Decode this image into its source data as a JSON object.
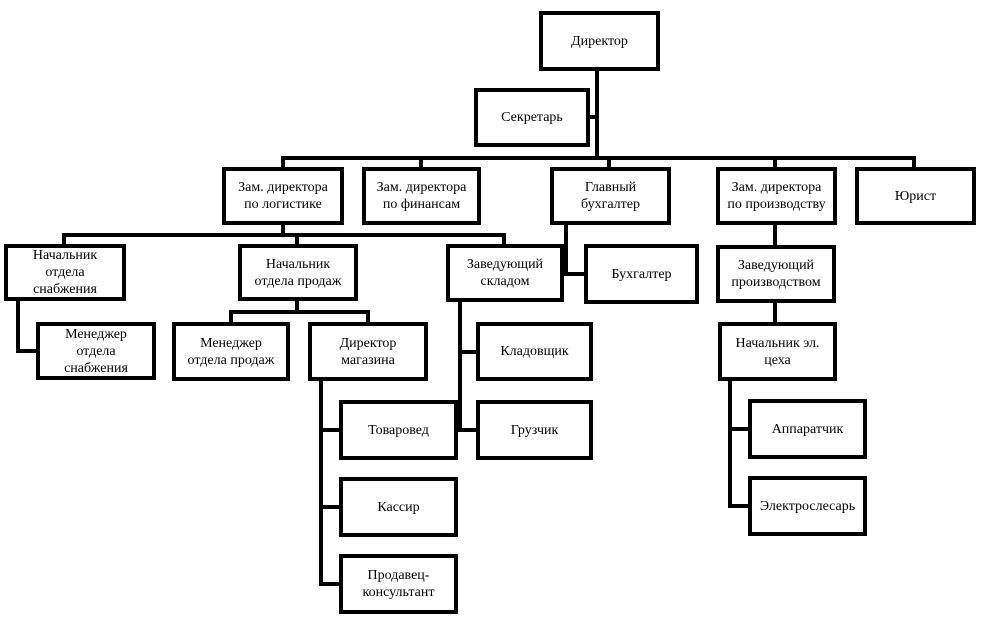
{
  "diagram": {
    "nodes": {
      "director": "Директор",
      "secretary": "Секретарь",
      "dep_logistics": "Зам. директора\nпо логистике",
      "dep_finance": "Зам. директора\nпо финансам",
      "chief_accountant": "Главный\nбухгалтер",
      "dep_production": "Зам. директора\nпо производству",
      "lawyer": "Юрист",
      "head_supply": "Начальник\nотдела\nснабжения",
      "head_sales": "Начальник\nотдела продаж",
      "warehouse_manager": "Заведующий\nскладом",
      "accountant": "Бухгалтер",
      "production_manager": "Заведующий\nпроизводством",
      "supply_manager": "Менеджер\nотдела\nснабжения",
      "sales_manager": "Менеджер\nотдела продаж",
      "store_director": "Директор\nмагазина",
      "storekeeper": "Кладовщик",
      "loader": "Грузчик",
      "workshop_head": "Начальник эл.\nцеха",
      "merchandiser": "Товаровед",
      "cashier": "Кассир",
      "sales_consultant": "Продавец-\nконсультант",
      "operator": "Аппаратчик",
      "electrician": "Электрослесарь"
    }
  }
}
